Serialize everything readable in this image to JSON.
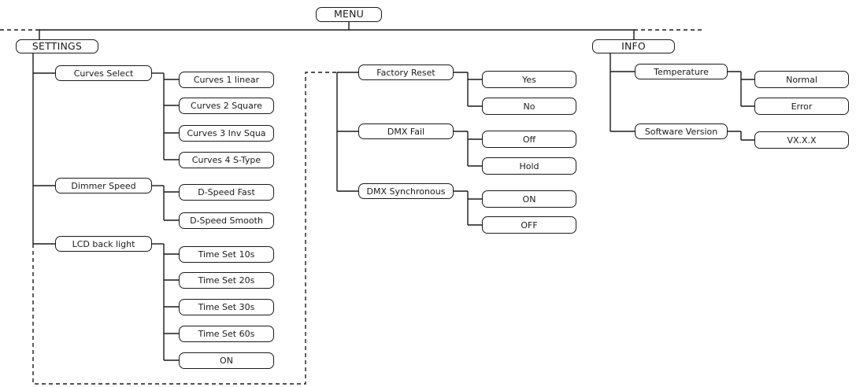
{
  "root": "MENU",
  "settings": {
    "label": "SETTINGS",
    "curves_select": {
      "label": "Curves Select",
      "options": [
        "Curves 1 linear",
        "Curves 2 Square",
        "Curves 3 Inv Squa",
        "Curves 4 S-Type"
      ]
    },
    "dimmer_speed": {
      "label": "Dimmer Speed",
      "options": [
        "D-Speed Fast",
        "D-Speed Smooth"
      ]
    },
    "lcd_back_light": {
      "label": "LCD back light",
      "options": [
        "Time Set 10s",
        "Time Set 20s",
        "Time Set 30s",
        "Time Set 60s",
        "ON"
      ]
    },
    "factory_reset": {
      "label": "Factory Reset",
      "options": [
        "Yes",
        "No"
      ]
    },
    "dmx_fail": {
      "label": "DMX Fail",
      "options": [
        "Off",
        "Hold"
      ]
    },
    "dmx_synchronous": {
      "label": "DMX Synchronous",
      "options": [
        "ON",
        "OFF"
      ]
    }
  },
  "info": {
    "label": "INFO",
    "temperature": {
      "label": "Temperature",
      "options": [
        "Normal",
        "Error"
      ]
    },
    "software_version": {
      "label": "Software Version",
      "options": [
        "VX.X.X"
      ]
    }
  }
}
